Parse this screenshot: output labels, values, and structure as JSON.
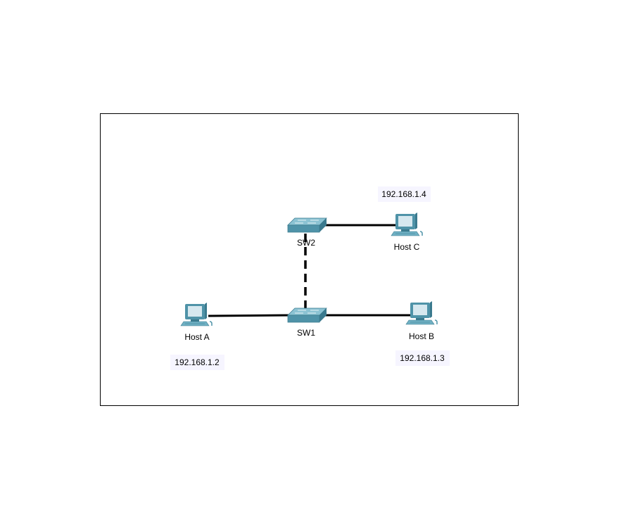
{
  "devices": {
    "sw1": {
      "name": "SW1",
      "type": "switch"
    },
    "sw2": {
      "name": "SW2",
      "type": "switch"
    },
    "host_a": {
      "name": "Host A",
      "type": "pc",
      "ip": "192.168.1.2"
    },
    "host_b": {
      "name": "Host B",
      "type": "pc",
      "ip": "192.168.1.3"
    },
    "host_c": {
      "name": "Host C",
      "type": "pc",
      "ip": "192.168.1.4"
    }
  },
  "links": [
    {
      "from": "Host A",
      "to": "SW1",
      "style": "solid"
    },
    {
      "from": "SW1",
      "to": "Host B",
      "style": "solid"
    },
    {
      "from": "SW2",
      "to": "Host C",
      "style": "solid"
    },
    {
      "from": "SW1",
      "to": "SW2",
      "style": "dashed"
    }
  ],
  "colors": {
    "device": "#4f93a8",
    "device_top": "#6fb0c3",
    "screen": "#d6e8ef",
    "label_bg": "#f6f5ff"
  }
}
